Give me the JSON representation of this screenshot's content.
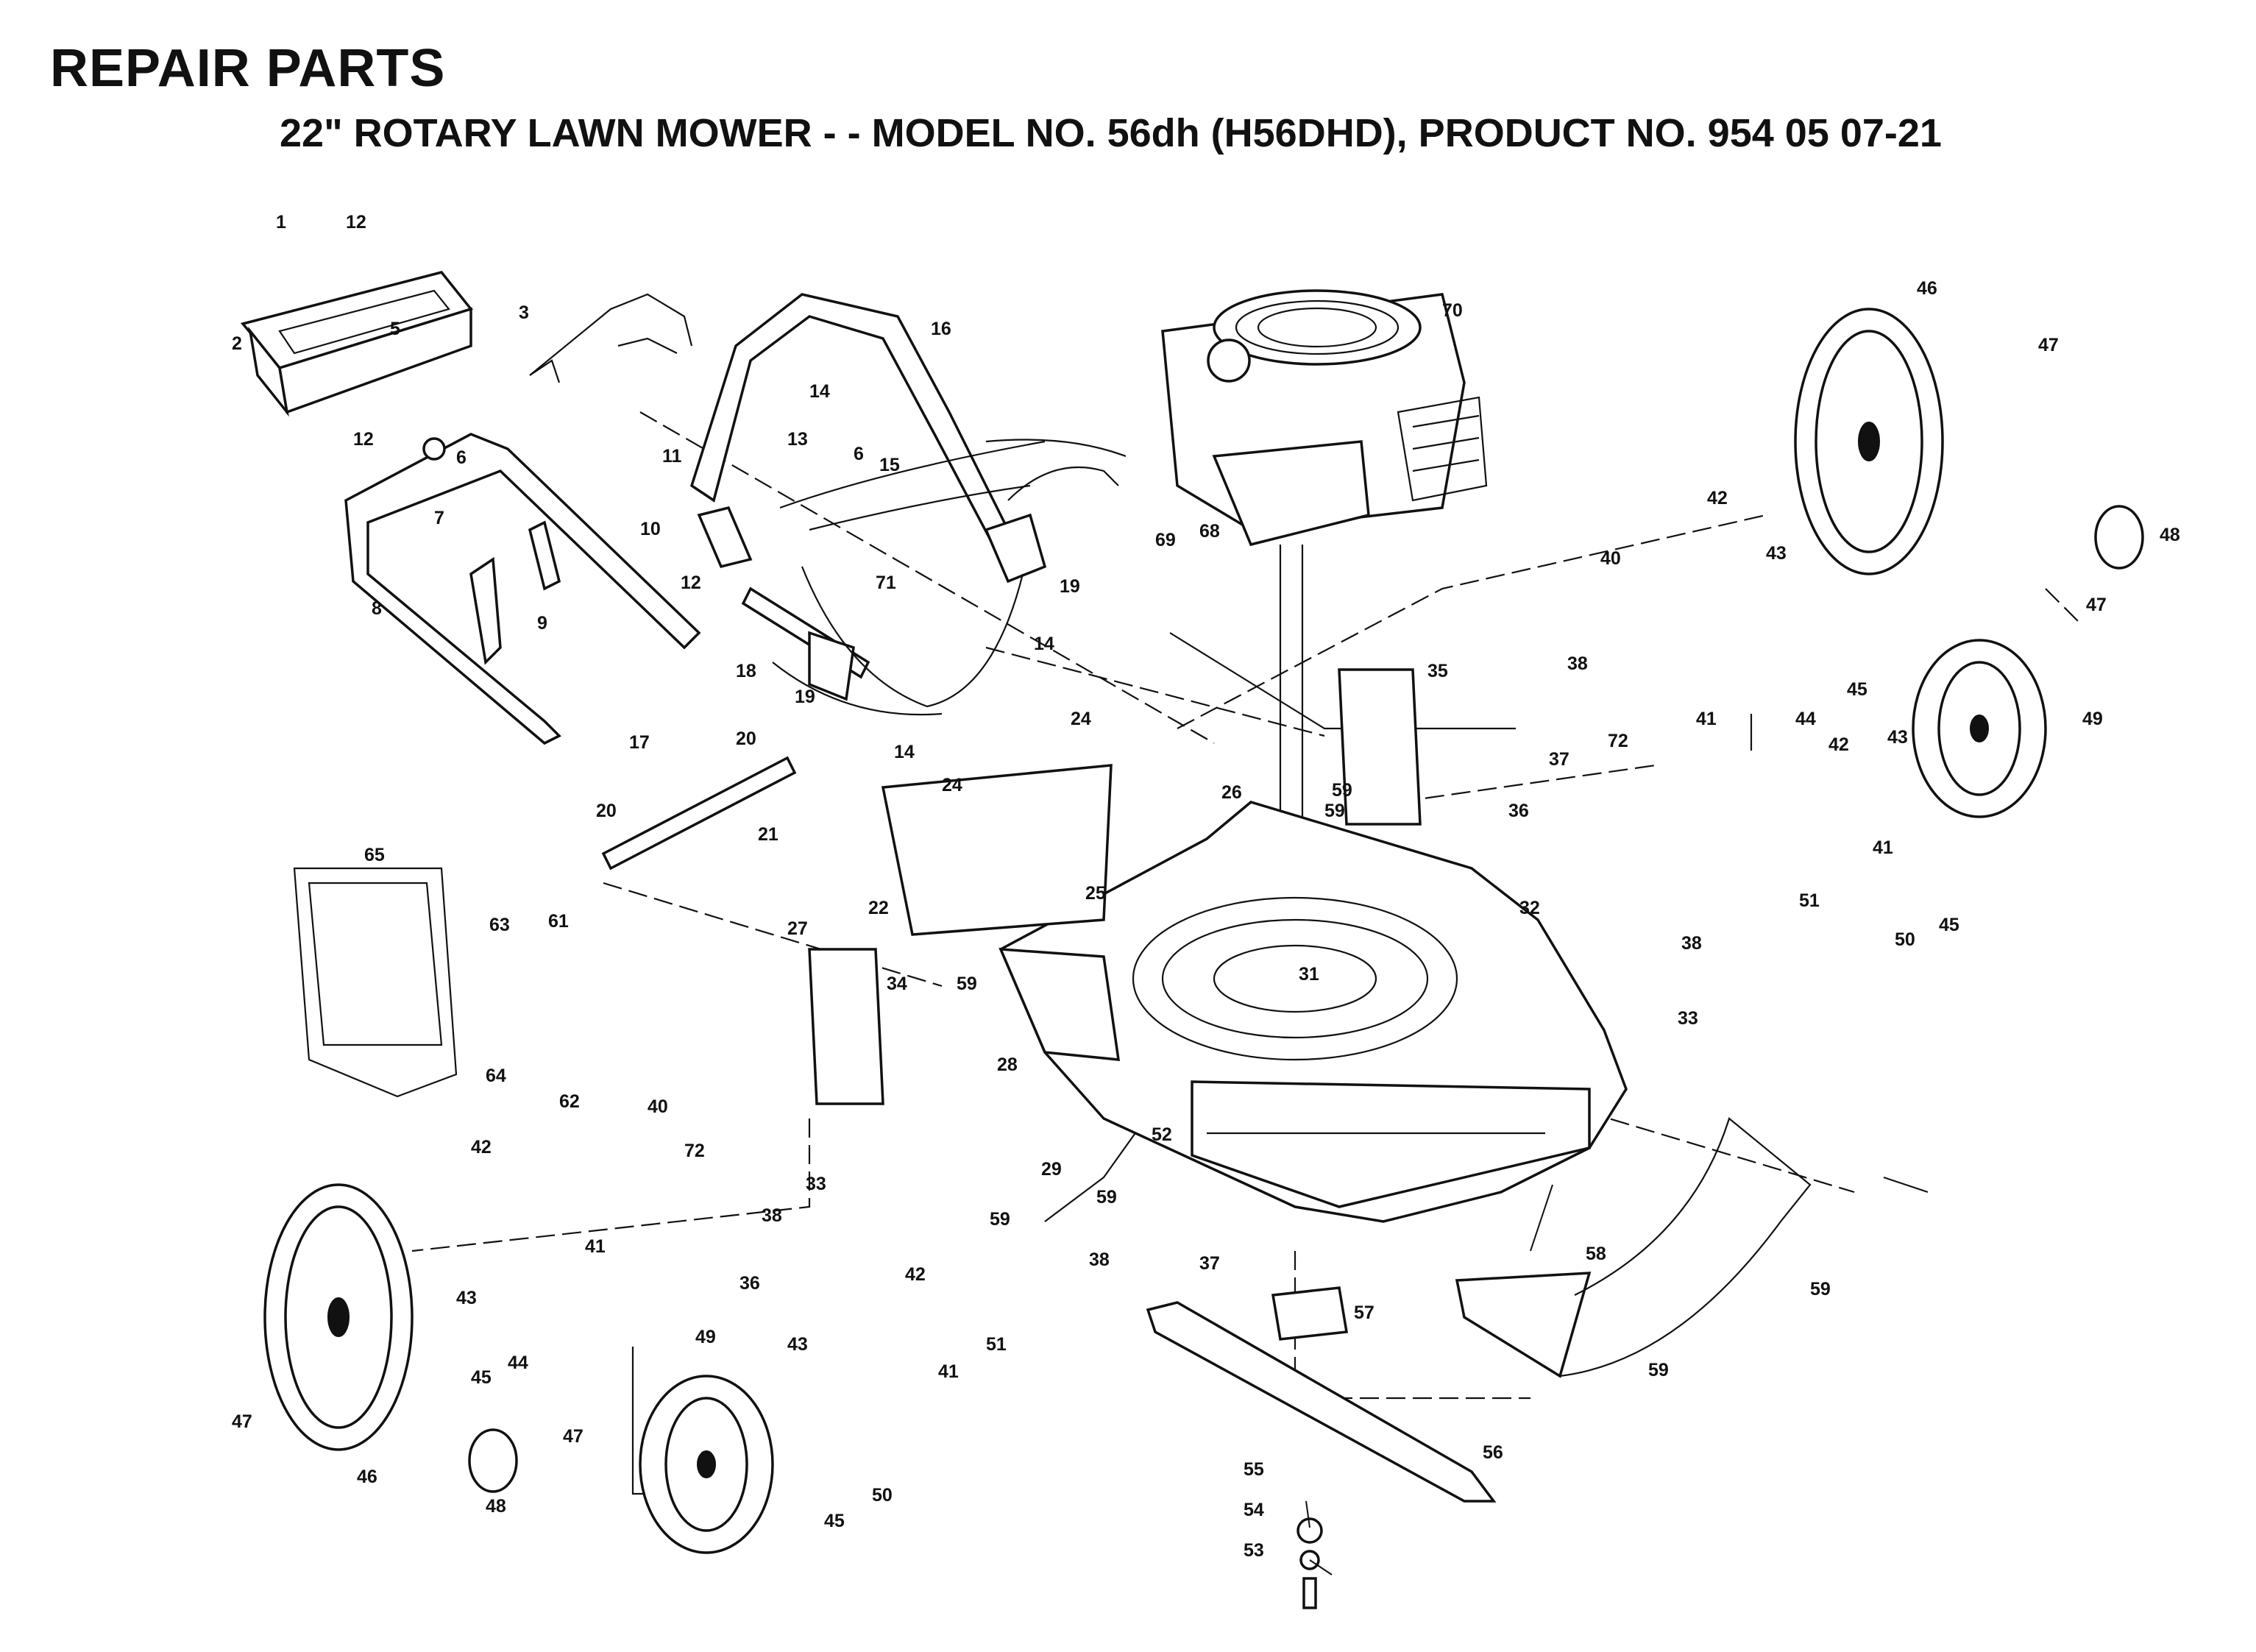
{
  "header": {
    "title": "REPAIR PARTS",
    "subtitle": "22\" ROTARY LAWN MOWER - - MODEL NO. 56dh (H56DHD),  PRODUCT NO. 954 05 07-21"
  },
  "callouts": {
    "p1": "1",
    "p2": "2",
    "p3": "3",
    "p5": "5",
    "p6a": "6",
    "p6b": "6",
    "p7": "7",
    "p8": "8",
    "p9": "9",
    "p10": "10",
    "p11": "11",
    "p12a": "12",
    "p12b": "12",
    "p12c": "12",
    "p13": "13",
    "p14a": "14",
    "p14b": "14",
    "p14c": "14",
    "p15": "15",
    "p16": "16",
    "p17": "17",
    "p18": "18",
    "p19a": "19",
    "p19b": "19",
    "p20a": "20",
    "p20b": "20",
    "p21": "21",
    "p22": "22",
    "p24a": "24",
    "p24b": "24",
    "p25": "25",
    "p26": "26",
    "p27": "27",
    "p28": "28",
    "p29": "29",
    "p31": "31",
    "p32": "32",
    "p33a": "33",
    "p33b": "33",
    "p34": "34",
    "p35": "35",
    "p36a": "36",
    "p36b": "36",
    "p37a": "37",
    "p37b": "37",
    "p38a": "38",
    "p38b": "38",
    "p38c": "38",
    "p38d": "38",
    "p40a": "40",
    "p40b": "40",
    "p41a": "41",
    "p41b": "41",
    "p41c": "41",
    "p41d": "41",
    "p42a": "42",
    "p42b": "42",
    "p42c": "42",
    "p42d": "42",
    "p43a": "43",
    "p43b": "43",
    "p43c": "43",
    "p43d": "43",
    "p44a": "44",
    "p44b": "44",
    "p45a": "45",
    "p45b": "45",
    "p45c": "45",
    "p45d": "45",
    "p46a": "46",
    "p46b": "46",
    "p47a": "47",
    "p47b": "47",
    "p47c": "47",
    "p47d": "47",
    "p48a": "48",
    "p48b": "48",
    "p49a": "49",
    "p49b": "49",
    "p50a": "50",
    "p50b": "50",
    "p51a": "51",
    "p51b": "51",
    "p52": "52",
    "p53": "53",
    "p54": "54",
    "p55": "55",
    "p56": "56",
    "p57": "57",
    "p58": "58",
    "p59a": "59",
    "p59b": "59",
    "p59c": "59",
    "p59d": "59",
    "p59e": "59",
    "p59f": "59",
    "p59g": "59",
    "p61": "61",
    "p62": "62",
    "p63": "63",
    "p64": "64",
    "p65": "65",
    "p68": "68",
    "p69": "69",
    "p70": "70",
    "p71": "71",
    "p72a": "72",
    "p72b": "72"
  }
}
